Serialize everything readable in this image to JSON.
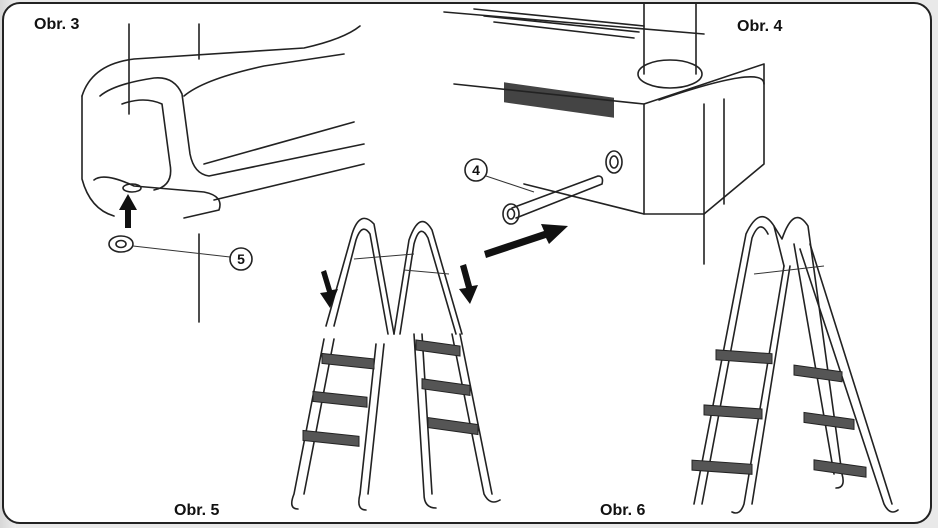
{
  "figures": [
    {
      "id": "fig3",
      "label": "Obr. 3",
      "callout": "5"
    },
    {
      "id": "fig4",
      "label": "Obr. 4",
      "callout": "4"
    },
    {
      "id": "fig5",
      "label": "Obr. 5"
    },
    {
      "id": "fig6",
      "label": "Obr. 6"
    }
  ],
  "colors": {
    "line": "#222222",
    "frame": "#222222",
    "background": "#ffffff",
    "arrow": "#111111"
  }
}
